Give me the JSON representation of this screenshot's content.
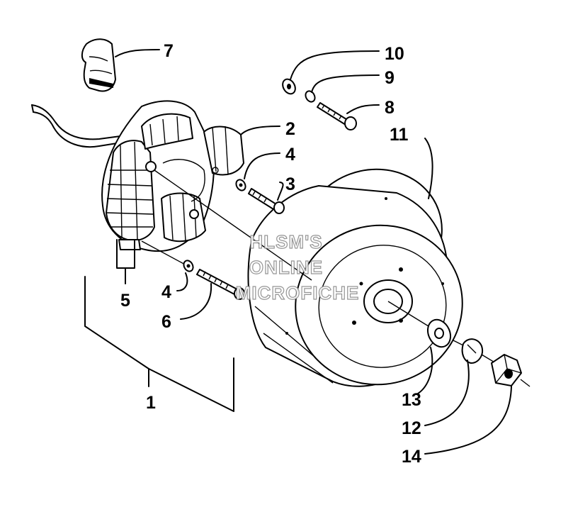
{
  "diagram": {
    "callouts": [
      {
        "id": "c1",
        "label": "1"
      },
      {
        "id": "c2",
        "label": "2"
      },
      {
        "id": "c3",
        "label": "3"
      },
      {
        "id": "c4a",
        "label": "4"
      },
      {
        "id": "c4b",
        "label": "4"
      },
      {
        "id": "c5",
        "label": "5"
      },
      {
        "id": "c6",
        "label": "6"
      },
      {
        "id": "c7",
        "label": "7"
      },
      {
        "id": "c8",
        "label": "8"
      },
      {
        "id": "c9",
        "label": "9"
      },
      {
        "id": "c10",
        "label": "10"
      },
      {
        "id": "c11",
        "label": "11"
      },
      {
        "id": "c12",
        "label": "12"
      },
      {
        "id": "c13",
        "label": "13"
      },
      {
        "id": "c14",
        "label": "14"
      }
    ],
    "watermark": {
      "line1": "HLSM'S",
      "line2": "ONLINE",
      "line3": "MICROFICHE"
    }
  }
}
